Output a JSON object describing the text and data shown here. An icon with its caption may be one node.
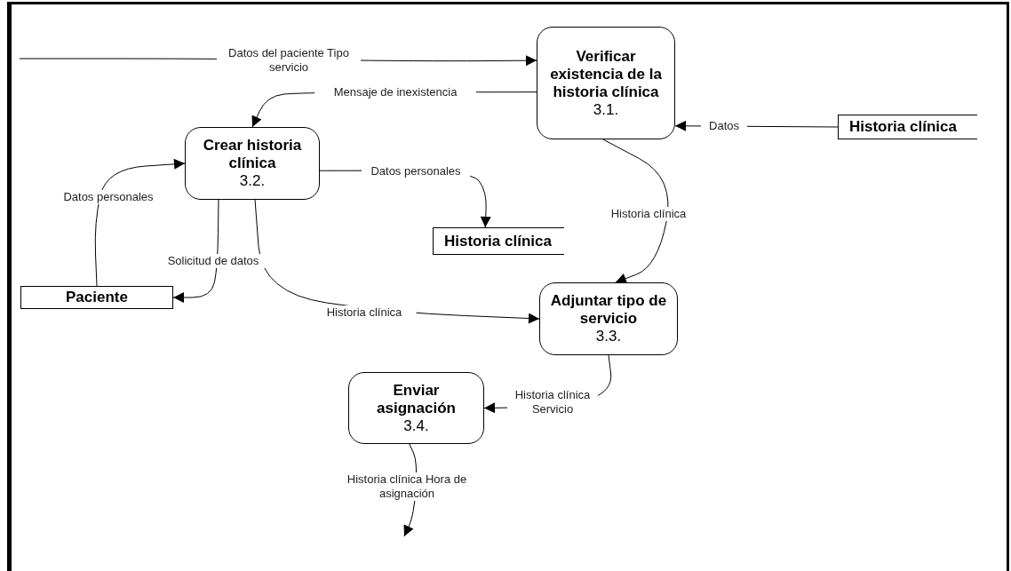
{
  "diagram": {
    "nodes": [
      {
        "text": [
          "Verificar existencia de la historia clínica",
          "3.1."
        ]
      },
      {
        "text": [
          "Historia clínica"
        ]
      },
      {
        "text": [
          "Crear historia clínica",
          "3.2."
        ]
      },
      {
        "text": [
          "Historia clínica"
        ]
      },
      {
        "text": [
          "Paciente"
        ]
      },
      {
        "text": [
          "Adjuntar tipo de servicio",
          "3.3."
        ]
      },
      {
        "text": [
          "Enviar asignación",
          "3.4."
        ]
      }
    ],
    "edges": [
      {
        "from": null,
        "to": 0,
        "arrow": "to",
        "label": "Datos del paciente Tipo servicio"
      },
      {
        "from": 0,
        "to": 2,
        "arrow": "to",
        "label": "Mensaje de inexistencia"
      },
      {
        "from": 1,
        "to": 0,
        "arrow": "to",
        "label": "Datos"
      },
      {
        "from": 2,
        "to": 3,
        "arrow": "to",
        "label": "Datos personales"
      },
      {
        "from": 4,
        "to": 2,
        "arrow": "to",
        "label": "Datos personales"
      },
      {
        "from": 2,
        "to": 4,
        "arrow": "to",
        "label": "Solicitud de datos"
      },
      {
        "from": 0,
        "to": 5,
        "arrow": "to",
        "label": "Historia clínica"
      },
      {
        "from": 2,
        "to": 5,
        "arrow": "to",
        "label": "Historia clínica"
      },
      {
        "from": 5,
        "to": 6,
        "arrow": "to",
        "label": "Historia clínica Servicio"
      },
      {
        "from": 6,
        "to": null,
        "arrow": "to",
        "label": "Historia clínica Hora de asignación"
      }
    ]
  }
}
